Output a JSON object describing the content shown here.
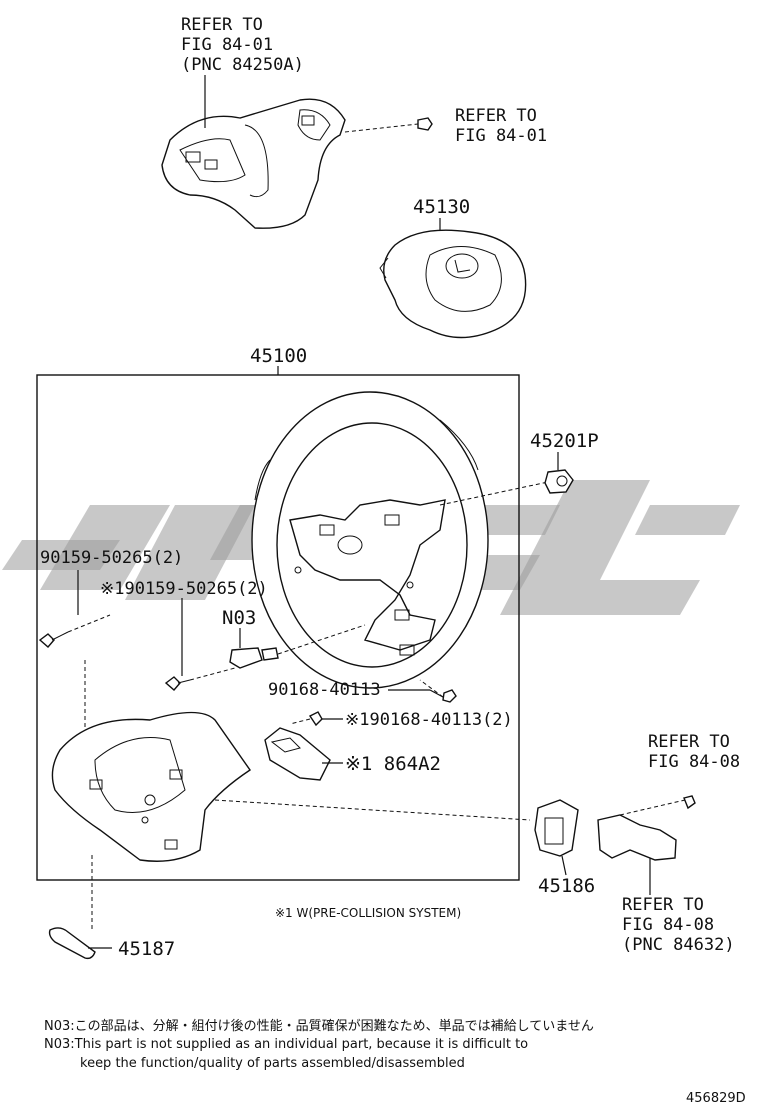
{
  "labels": {
    "refer_top_1": "REFER TO",
    "refer_top_2": "FIG 84-01",
    "refer_top_3": "(PNC 84250A)",
    "refer_right_1": "REFER TO",
    "refer_right_2": "FIG 84-01",
    "part_45130": "45130",
    "part_45100": "45100",
    "part_45201p": "45201P",
    "part_90159a": "90159-50265(2)",
    "part_90159b": "※190159-50265(2)",
    "part_n03": "N03",
    "part_90168a": "90168-40113",
    "part_90168b": "※190168-40113(2)",
    "part_864a2": "※1 864A2",
    "refer_mid_1": "REFER TO",
    "refer_mid_2": "FIG 84-08",
    "part_45186": "45186",
    "refer_bot_1": "REFER TO",
    "refer_bot_2": "FIG 84-08",
    "refer_bot_3": "(PNC 84632)",
    "part_45187": "45187",
    "footnote": "※1 W(PRE-COLLISION SYSTEM)",
    "note_jp": "N03:この部品は、分解・組付け後の性能・品質確保が困難なため、単品では補給していません",
    "note_en_1": "N03:This part is not supplied as an individual part, because it is difficult to",
    "note_en_2": "keep the function/quality of parts assembled/disassembled",
    "figure_id": "456829D"
  },
  "colors": {
    "ink": "#111111",
    "watermark": "#9a9a9a"
  }
}
